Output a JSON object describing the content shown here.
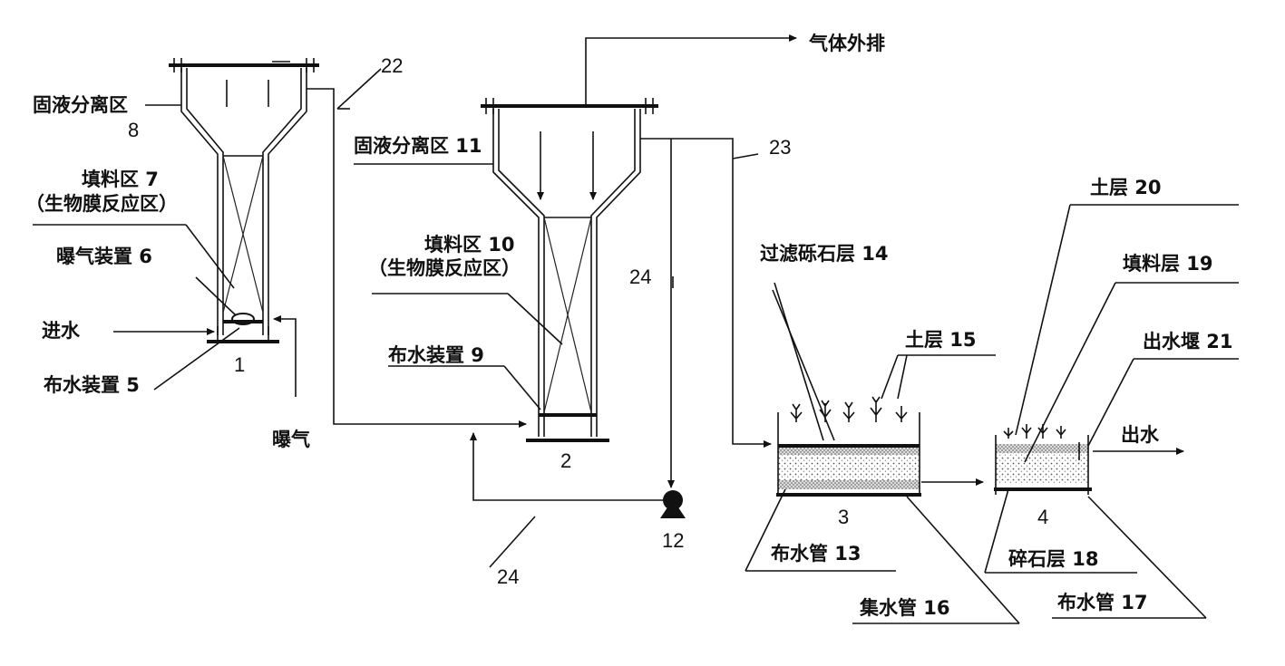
{
  "labels": {
    "gas_out": "气体外排",
    "solid_liquid_8": "固液分离区",
    "num_8": "8",
    "packing_7": "填料区 7",
    "biofilm_7": "（生物膜反应区）",
    "aerator_6": "曝气装置 6",
    "water_in": "进水",
    "distributor_5": "布水装置 5",
    "reactor_1": "1",
    "aeration": "曝气",
    "pipe_22": "22",
    "solid_liquid_11": "固液分离区 11",
    "pipe_23": "23",
    "packing_10": "填料区 10",
    "biofilm_10": "（生物膜反应区）",
    "pipe_24_top": "24",
    "distributor_9": "布水装置 9",
    "reactor_2": "2",
    "pump_12": "12",
    "pipe_24_bottom": "24",
    "gravel_14": "过滤砾石层 14",
    "soil_15": "土层 15",
    "unit_3": "3",
    "dist_pipe_13": "布水管 13",
    "collect_pipe_16": "集水管  16",
    "soil_20": "土层 20",
    "packing_19": "填料层 19",
    "weir_21": "出水堰 21",
    "water_out": "出水",
    "unit_4": "4",
    "gravel_18": "碎石层 18",
    "dist_pipe_17": "布水管 17"
  }
}
